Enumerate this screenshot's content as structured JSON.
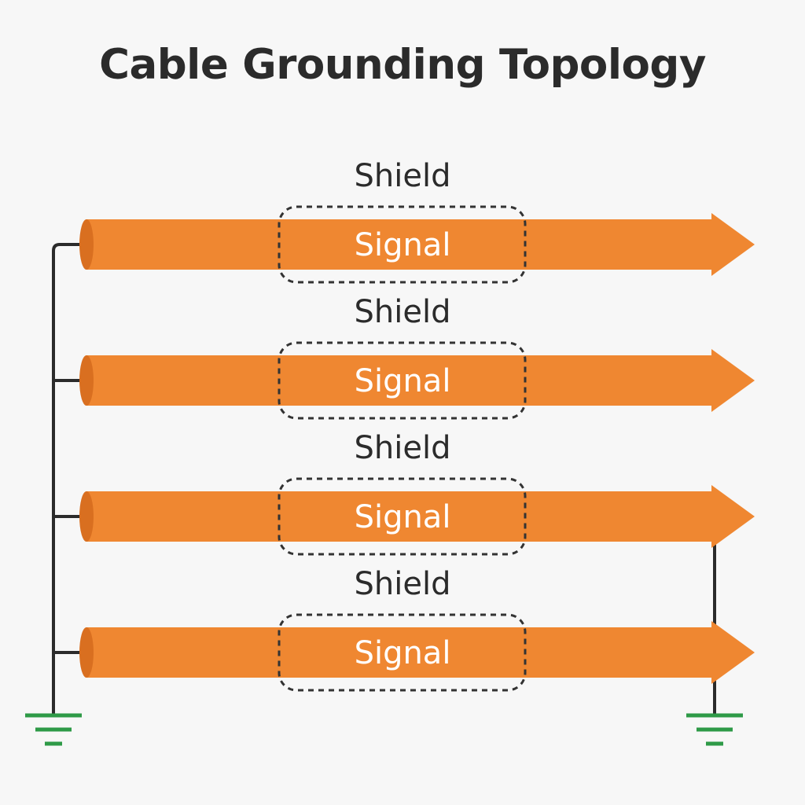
{
  "title": "Cable Grounding Topology",
  "colors": {
    "cable": "#ef8731",
    "cable_end": "#d96f20",
    "wire": "#2b2b2b",
    "ground": "#2e9a47",
    "shield_outline": "#333333"
  },
  "cables": [
    {
      "shield_label": "Shield",
      "signal_label": "Signal",
      "grounded_left": true,
      "grounded_right": false
    },
    {
      "shield_label": "Shield",
      "signal_label": "Signal",
      "grounded_left": true,
      "grounded_right": false
    },
    {
      "shield_label": "Shield",
      "signal_label": "Signal",
      "grounded_left": true,
      "grounded_right": true
    },
    {
      "shield_label": "Shield",
      "signal_label": "Signal",
      "grounded_left": true,
      "grounded_right": true
    }
  ],
  "grounds": [
    {
      "name": "left-ground-symbol",
      "side": "left"
    },
    {
      "name": "right-ground-symbol",
      "side": "right"
    }
  ]
}
